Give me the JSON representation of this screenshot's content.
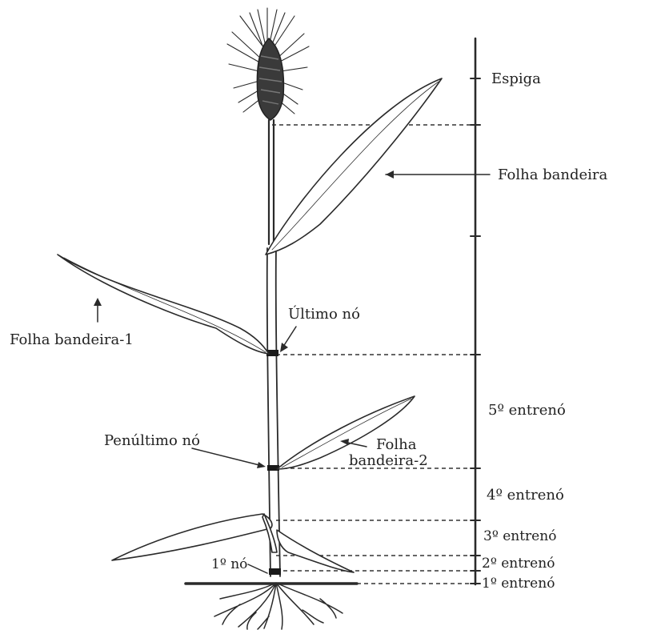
{
  "diagram": {
    "scale_labels": {
      "espiga": "Espiga",
      "folha_bandeira": "Folha bandeira",
      "entreno_5": "5º entrenó",
      "entreno_4": "4º entrenó",
      "entreno_3": "3º entrenó",
      "entreno_2": "2º entrenó",
      "entreno_1": "1º entrenó"
    },
    "plant_labels": {
      "ultimo_no": "Último nó",
      "folha_bandeira_1": "Folha bandeira-1",
      "penultimo_no": "Penúltimo nó",
      "folha_bandeira_2_line1": "Folha",
      "folha_bandeira_2_line2": "bandeira-2",
      "primeiro_no": "1º nó"
    }
  }
}
